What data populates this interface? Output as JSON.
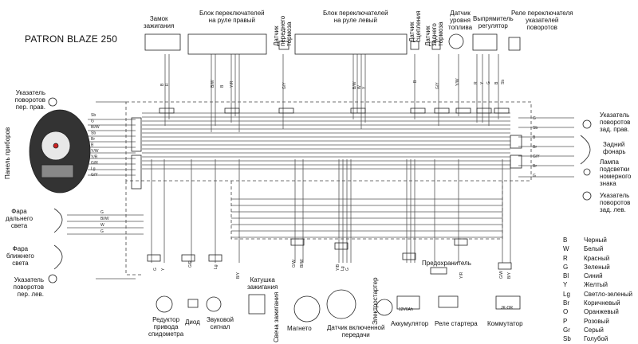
{
  "title": "PATRON BLAZE 250",
  "labels": {
    "ignition_switch": "Замок\nзажигания",
    "right_switch_block": "Блок переключателей\nна руле правый",
    "front_brake_sensor": "Датчик\nпереднего\nтормоза",
    "left_switch_block": "Блок переключателей\nна руле левый",
    "clutch_sensor": "Датчик\nсцепления",
    "rear_brake_sensor": "Датчик\nзаднего\nтормоза",
    "fuel_level_sensor": "Датчик\nуровня\nтоплива",
    "rectifier_regulator": "Выпрямитель\nрегулятор",
    "turn_signal_relay": "Реле переключателя\nуказателей\nповоротов",
    "front_right_turn": "Указатель\nповоротов\nпер. прав.",
    "instrument_panel": "Панель приборов",
    "high_beam": "Фара\nдальнего\nсвета",
    "low_beam": "Фара\nближнего\nсвета",
    "front_left_turn": "Указатель\nповоротов\nпер. лев.",
    "rear_right_turn": "Указатель\nповоротов\nзад. прав.",
    "tail_light": "Задний\nфонарь",
    "plate_light": "Лампа\nподсветки\nномерного\nзнака",
    "rear_left_turn": "Указатель\nповоротов\nзад. лев.",
    "speedometer_drive": "Редуктор\nпривода\nспидометра",
    "diode": "Диод",
    "horn": "Звуковой\nсигнал",
    "ignition_coil": "Катушка\nзажигания",
    "spark_plug": "Свеча зажигания",
    "magneto": "Магнето",
    "starter": "Электростартер",
    "gear_sensor": "Датчик включенной\nпередачи",
    "fuse": "Предохранитель",
    "battery": "Аккумулятор",
    "starter_relay": "Реле стартера",
    "commutator": "Коммутатор",
    "battery_rating": "12V6Ah",
    "cdi": "JK-OR"
  },
  "legend": [
    {
      "code": "B",
      "name": "Черный"
    },
    {
      "code": "W",
      "name": "Белый"
    },
    {
      "code": "R",
      "name": "Красный"
    },
    {
      "code": "G",
      "name": "Зеленый"
    },
    {
      "code": "Bl",
      "name": "Синий"
    },
    {
      "code": "Y",
      "name": "Желтый"
    },
    {
      "code": "Lg",
      "name": "Светло-зеленый"
    },
    {
      "code": "Br",
      "name": "Коричневый"
    },
    {
      "code": "O",
      "name": "Оранжевый"
    },
    {
      "code": "P",
      "name": "Розовый"
    },
    {
      "code": "Gr",
      "name": "Серый"
    },
    {
      "code": "Sb",
      "name": "Голубой"
    }
  ],
  "wire_codes": {
    "ignition": [
      "B",
      "R"
    ],
    "right_switch": [
      "B/W",
      "B",
      "Y/R"
    ],
    "front_brake": [
      "G/Y"
    ],
    "left_switch": [
      "B/W",
      "W",
      "Y"
    ],
    "clutch": [
      "B"
    ],
    "rear_brake": [
      "G/Y"
    ],
    "fuel": [
      "Y/W"
    ],
    "rectifier": [
      "R",
      "Y",
      "G"
    ],
    "turn_relay": [
      "B",
      "Sb"
    ],
    "left_panel": [
      "Sb",
      "G",
      "Bl/W",
      "Sb",
      "Br",
      "B",
      "Y/W",
      "Y/R",
      "G/R",
      "Lg",
      "G/Y"
    ],
    "headlight": [
      "G",
      "Bl/W",
      "W",
      "G"
    ],
    "speedo": [
      "G",
      "Y"
    ],
    "diode": [
      "G/R"
    ],
    "horn": [
      "Lg"
    ],
    "coil": [
      "B/Y"
    ],
    "magneto": [
      "G/W",
      "Bl/W"
    ],
    "gear": [
      "Y/B",
      "Lg",
      "G"
    ],
    "starter_relay": [
      "Y/R"
    ],
    "commutator": [
      "G/W",
      "B/Y"
    ],
    "right_panel": [
      "G",
      "Sb",
      "B",
      "Br",
      "G/Y",
      "Br",
      "G"
    ]
  }
}
